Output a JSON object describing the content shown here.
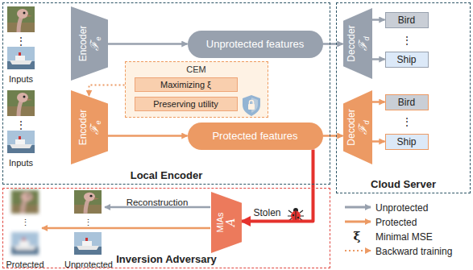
{
  "diagram": {
    "nodes": [
      {
        "text": [
          "Local Encoder"
        ]
      },
      {
        "text": [
          "Encoder",
          "ℱ",
          "e"
        ],
        "in": 0
      },
      {
        "text": [
          "Unprotected features"
        ],
        "in": 0
      },
      {
        "text": [
          "CEM"
        ],
        "in": 0
      },
      {
        "text": [
          "Maximizing ξ"
        ],
        "in": 3
      },
      {
        "text": [
          "Preserving utility"
        ],
        "in": 3
      },
      {
        "text": [
          "Encoder",
          "ℱ",
          "e"
        ],
        "in": 0
      },
      {
        "text": [
          "Protected features"
        ],
        "in": 0
      },
      {
        "text": [
          "Cloud Server"
        ]
      },
      {
        "text": [
          "Decoder",
          "ℱ",
          "d"
        ],
        "in": 8
      },
      {
        "text": [
          "Bird"
        ],
        "in": 8
      },
      {
        "text": [
          "Ship"
        ],
        "in": 8
      },
      {
        "text": [
          "Decoder",
          "ℱ",
          "d"
        ],
        "in": 8
      },
      {
        "text": [
          "Bird"
        ],
        "in": 8
      },
      {
        "text": [
          "Ship"
        ],
        "in": 8
      },
      {
        "text": [
          "Inversion Adversary"
        ]
      },
      {
        "text": [
          "MIAs",
          "A"
        ],
        "in": 15
      }
    ],
    "edges": [
      {
        "from": 1,
        "to": 2,
        "arrow": "to"
      },
      {
        "from": 2,
        "to": 9,
        "arrow": "to"
      },
      {
        "from": 3,
        "to": 6,
        "arrow": "to"
      },
      {
        "from": 6,
        "to": 7,
        "arrow": "to"
      },
      {
        "from": 7,
        "to": 12,
        "arrow": "to"
      },
      {
        "from": 9,
        "to": 10,
        "arrow": "to"
      },
      {
        "from": 9,
        "to": 11,
        "arrow": "to"
      },
      {
        "from": 12,
        "to": 13,
        "arrow": "to"
      },
      {
        "from": 12,
        "to": 14,
        "arrow": "to"
      },
      {
        "from": 7,
        "to": 16,
        "label": "Stolen",
        "arrow": "to"
      }
    ],
    "labels": [
      "⋮",
      "Inputs",
      "⋮",
      "Inputs",
      "⋮",
      "⋮",
      "Reconstruction",
      "⋮",
      "⋮",
      "Protected",
      "Unprotected",
      "ξ"
    ],
    "legend": [
      {
        "text": "Unprotected"
      },
      {
        "text": "Protected"
      },
      {
        "text": "Minimal MSE"
      },
      {
        "text": "Backward training"
      }
    ]
  }
}
